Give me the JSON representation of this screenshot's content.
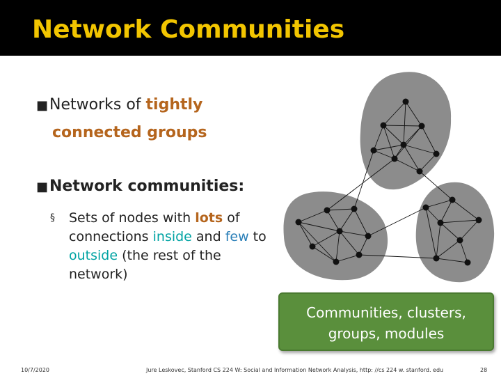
{
  "title": "Network Communities",
  "bullets": [
    {
      "mark": "■",
      "parts": [
        {
          "text": "Networks of ",
          "style": "plain"
        },
        {
          "text": "tightly",
          "style": "brown"
        }
      ],
      "line2": "connected groups"
    },
    {
      "mark": "■",
      "parts": [
        {
          "text": "Network communities:",
          "style": "plain"
        }
      ]
    }
  ],
  "sub_bullet": {
    "mark": "§",
    "parts": [
      {
        "text": "Sets of nodes with ",
        "style": "plain"
      },
      {
        "text": "lots",
        "style": "brown"
      },
      {
        "text": " of connections ",
        "style": "plain"
      },
      {
        "text": "inside",
        "style": "green"
      },
      {
        "text": " and ",
        "style": "plain"
      },
      {
        "text": "few",
        "style": "blue"
      },
      {
        "text": " to ",
        "style": "plain"
      },
      {
        "text": "outside",
        "style": "green"
      },
      {
        "text": " (the rest of the network)",
        "style": "plain"
      }
    ]
  },
  "caption": {
    "line1": "Communities, clusters,",
    "line2": "groups, modules"
  },
  "footer": {
    "date": "10/7/2020",
    "citation": "Jure Leskovec, Stanford CS 224 W: Social and Information Network Analysis, http: //cs 224 w. stanford. edu",
    "page": "28"
  },
  "colors": {
    "title": "#f2c500",
    "blob": "#8c8c8c",
    "caption_bg": "#5a8f3c"
  }
}
